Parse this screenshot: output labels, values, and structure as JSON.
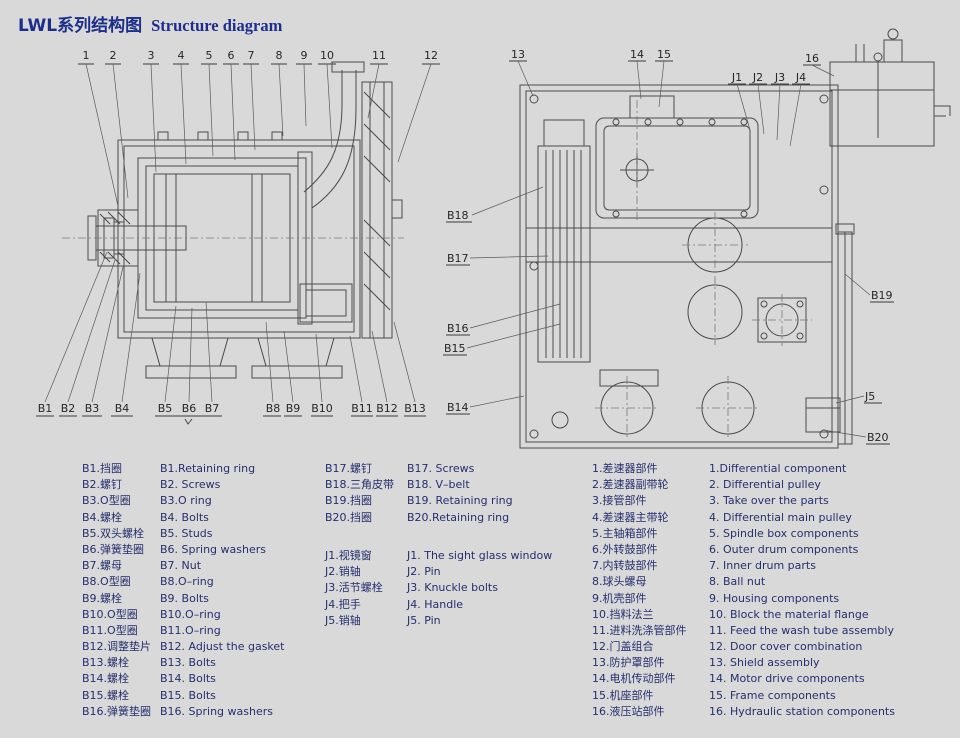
{
  "title": {
    "cn": "LWL系列结构图",
    "en": "Structure diagram"
  },
  "callouts": {
    "left_top": [
      "1",
      "2",
      "3",
      "4",
      "5",
      "6",
      "7",
      "8",
      "9",
      "10",
      "11",
      "12"
    ],
    "left_bottom": [
      "B1",
      "B2",
      "B3",
      "B4",
      "B5",
      "B6",
      "B7",
      "B8",
      "B9",
      "B10",
      "B11",
      "B12",
      "B13"
    ],
    "right_top": [
      "13",
      "14",
      "15",
      "16"
    ],
    "right_j": [
      "J1",
      "J2",
      "J3",
      "J4"
    ],
    "right_left": [
      "B18",
      "B17",
      "B16",
      "B15",
      "B14"
    ],
    "right_side": [
      "B19",
      "J5",
      "B20"
    ]
  },
  "legend": {
    "group_b": [
      {
        "cn": "B1.挡圈",
        "en": "B1.Retaining ring"
      },
      {
        "cn": "B2.螺钉",
        "en": "B2. Screws"
      },
      {
        "cn": "B3.O型圈",
        "en": "B3.O ring"
      },
      {
        "cn": "B4.螺栓",
        "en": "B4. Bolts"
      },
      {
        "cn": "B5.双头螺栓",
        "en": "B5. Studs"
      },
      {
        "cn": "B6.弹簧垫圈",
        "en": "B6. Spring washers"
      },
      {
        "cn": "B7.螺母",
        "en": "B7. Nut"
      },
      {
        "cn": "B8.O型圈",
        "en": "B8.O–ring"
      },
      {
        "cn": "B9.螺栓",
        "en": "B9. Bolts"
      },
      {
        "cn": "B10.O型圈",
        "en": "B10.O–ring"
      },
      {
        "cn": "B11.O型圈",
        "en": "B11.O–ring"
      },
      {
        "cn": "B12.调整垫片",
        "en": "B12. Adjust the gasket"
      },
      {
        "cn": "B13.螺栓",
        "en": "B13. Bolts"
      },
      {
        "cn": "B14.螺栓",
        "en": "B14. Bolts"
      },
      {
        "cn": "B15.螺栓",
        "en": "B15. Bolts"
      },
      {
        "cn": "B16.弹簧垫圈",
        "en": "B16. Spring washers"
      }
    ],
    "group_b2": [
      {
        "cn": "B17.螺钉",
        "en": "B17. Screws"
      },
      {
        "cn": "B18.三角皮带",
        "en": "B18. V–belt"
      },
      {
        "cn": "B19.挡圈",
        "en": "B19. Retaining ring"
      },
      {
        "cn": "B20.挡圈",
        "en": "B20.Retaining ring"
      }
    ],
    "group_j": [
      {
        "cn": "J1.视镜窗",
        "en": "J1. The sight glass window"
      },
      {
        "cn": "J2.销轴",
        "en": "J2. Pin"
      },
      {
        "cn": "J3.活节螺栓",
        "en": "J3. Knuckle bolts"
      },
      {
        "cn": "J4.把手",
        "en": "J4. Handle"
      },
      {
        "cn": "J5.销轴",
        "en": "J5. Pin"
      }
    ],
    "group_main": [
      {
        "cn": "1.差速器部件",
        "en": "1.Differential component"
      },
      {
        "cn": "2.差速器副带轮",
        "en": "2. Differential pulley"
      },
      {
        "cn": "3.接管部件",
        "en": "3. Take over the parts"
      },
      {
        "cn": "4.差速器主带轮",
        "en": "4. Differential main pulley"
      },
      {
        "cn": "5.主轴箱部件",
        "en": "5. Spindle box components"
      },
      {
        "cn": "6.外转鼓部件",
        "en": "6. Outer drum components"
      },
      {
        "cn": "7.内转鼓部件",
        "en": "7. Inner drum parts"
      },
      {
        "cn": "8.球头螺母",
        "en": "8. Ball nut"
      },
      {
        "cn": "9.机壳部件",
        "en": "9. Housing components"
      },
      {
        "cn": "10.挡料法兰",
        "en": "10. Block the material flange"
      },
      {
        "cn": "11.进料洗涤管部件",
        "en": "11. Feed the wash tube assembly"
      },
      {
        "cn": "12.门盖组合",
        "en": "12. Door cover combination"
      },
      {
        "cn": "13.防护罩部件",
        "en": "13. Shield assembly"
      },
      {
        "cn": "14.电机传动部件",
        "en": "14. Motor drive components"
      },
      {
        "cn": "15.机座部件",
        "en": "15. Frame components"
      },
      {
        "cn": "16.液压站部件",
        "en": "16. Hydraulic station components"
      }
    ]
  }
}
